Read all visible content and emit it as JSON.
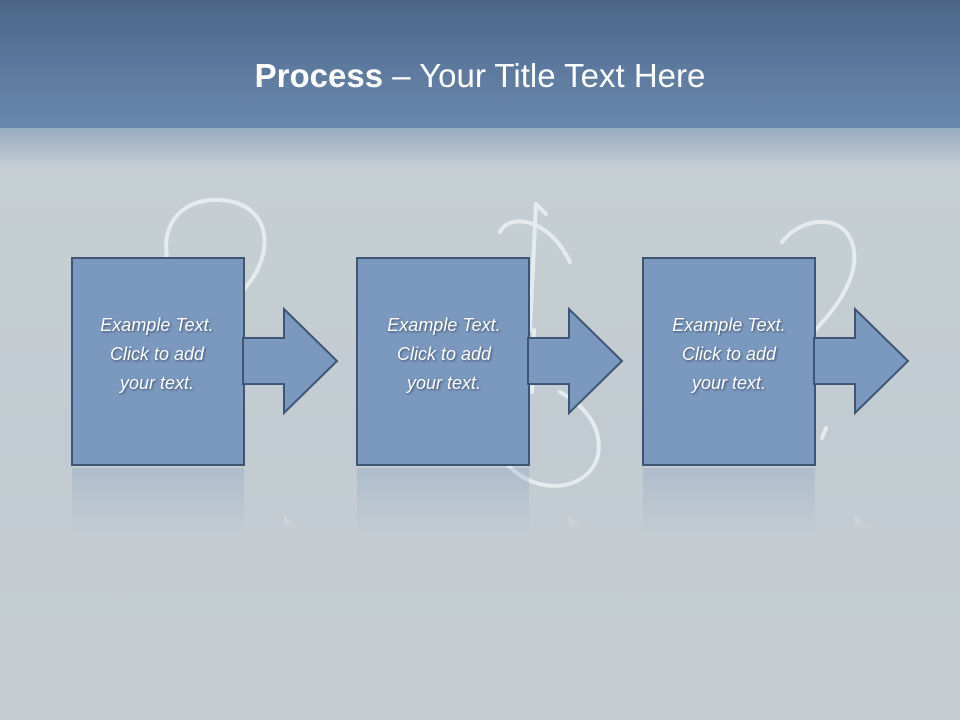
{
  "title": {
    "bold": "Process",
    "separator": " – ",
    "rest": "Your Title Text Here"
  },
  "steps": [
    {
      "lines": [
        "Example Text.",
        "Click  to add",
        "your text."
      ]
    },
    {
      "lines": [
        "Example Text.",
        "Click  to add",
        "your text."
      ]
    },
    {
      "lines": [
        "Example Text.",
        "Click  to add",
        "your text."
      ]
    }
  ],
  "colors": {
    "title_bar": "#5a769b",
    "shape_fill": "#7b98bf",
    "shape_stroke": "#3e5573",
    "background": "#c4cdd2"
  }
}
